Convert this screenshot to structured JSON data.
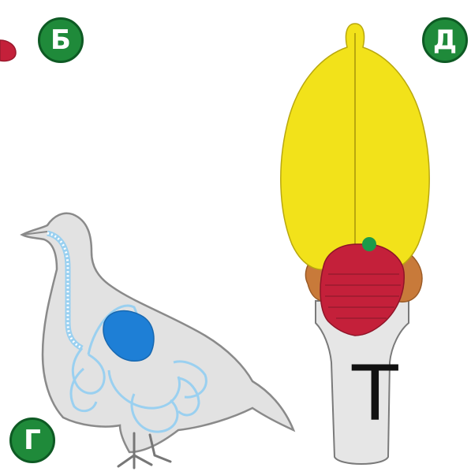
{
  "labels": {
    "b": "Б",
    "d": "Д",
    "g": "Г",
    "brain_part": "Т"
  },
  "colors": {
    "badge": "#1f8a3a",
    "cerebrum": "#f2e21a",
    "cerebellum": "#c4203a",
    "midbrain": "#c87a3a",
    "pineal": "#1c9a4a",
    "brainstem": "#e6e6e6",
    "bird_body": "#e2e2e2",
    "organ": "#1e7fd6",
    "outline": "#8a8a8a"
  },
  "icons": [
    "red-shape-fragment",
    "bird-outline",
    "brain-top-view"
  ]
}
